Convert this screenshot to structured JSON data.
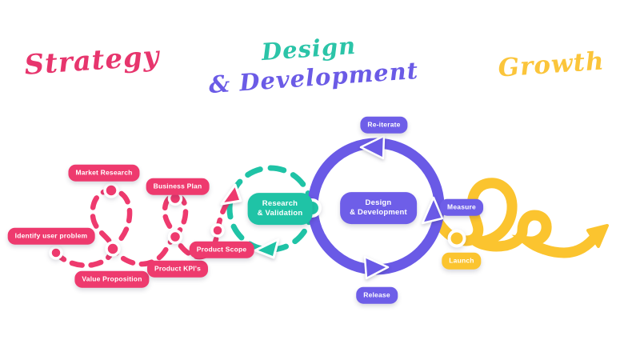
{
  "header": {
    "strategy": "Strategy",
    "design": "Design",
    "development": "& Development",
    "growth": "Growth"
  },
  "strategy_steps": [
    {
      "label": "Identify user problem"
    },
    {
      "label": "Market Research"
    },
    {
      "label": "Value Proposition"
    },
    {
      "label": "Business Plan"
    },
    {
      "label": "Product KPI's"
    },
    {
      "label": "Product Scope"
    }
  ],
  "validation_badge": {
    "line1": "Research",
    "line2": "& Validation"
  },
  "development_cycle": {
    "center_line1": "Design",
    "center_line2": "& Development",
    "top": "Re-iterate",
    "bottom": "Release"
  },
  "growth_steps": {
    "measure": "Measure",
    "launch": "Launch"
  },
  "colors": {
    "pink": "#EE3A6E",
    "teal": "#1FC3A6",
    "purple": "#6A5AE6",
    "yellow": "#FBC42F"
  }
}
